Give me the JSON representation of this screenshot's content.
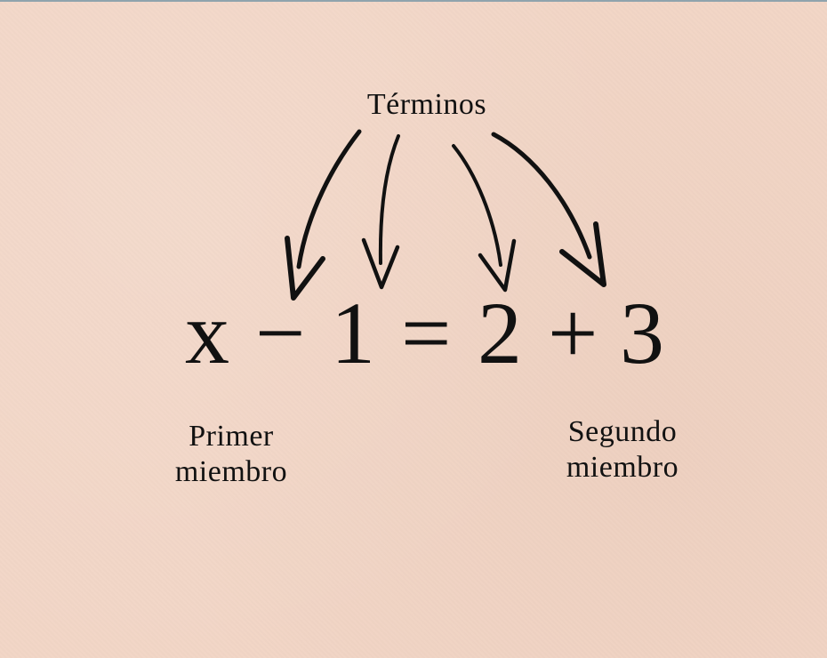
{
  "title_label": "Términos",
  "equation": {
    "lhs_variable": "x",
    "lhs_operator": "−",
    "lhs_constant": "1",
    "equals": "=",
    "rhs_term1": "2",
    "rhs_operator": "+",
    "rhs_term2": "3"
  },
  "members": {
    "first": [
      "Primer",
      "miembro"
    ],
    "second": [
      "Segundo",
      "miembro"
    ]
  },
  "arrows": [
    {
      "from": "Términos",
      "to": "x"
    },
    {
      "from": "Términos",
      "to": "1"
    },
    {
      "from": "Términos",
      "to": "2"
    },
    {
      "from": "Términos",
      "to": "3"
    }
  ],
  "colors": {
    "background": "#f2d6c6",
    "ink": "#111111",
    "top_border": "#8fa3ad"
  }
}
